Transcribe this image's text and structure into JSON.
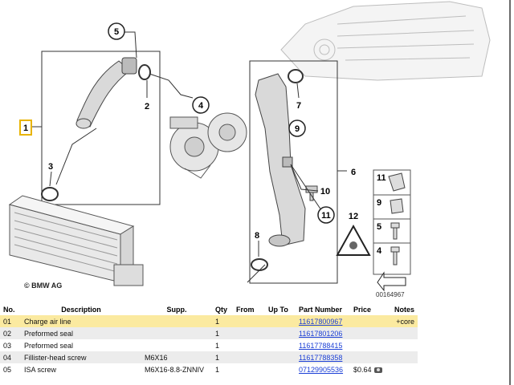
{
  "diagram": {
    "callouts": [
      "1",
      "2",
      "3",
      "4",
      "5",
      "6",
      "7",
      "8",
      "9",
      "10",
      "11",
      "12"
    ],
    "legend_items": [
      "11",
      "9",
      "5",
      "4"
    ],
    "copyright": "© BMW AG",
    "diagram_number": "00164967"
  },
  "parts_table": {
    "headers": {
      "no": "No.",
      "description": "Description",
      "supp": "Supp.",
      "qty": "Qty",
      "from": "From",
      "upto": "Up To",
      "part_number": "Part Number",
      "price": "Price",
      "notes": "Notes"
    },
    "rows": [
      {
        "no": "01",
        "description": "Charge air line",
        "supp": "",
        "qty": "1",
        "from": "",
        "upto": "",
        "part_number": "11617800967",
        "price": "",
        "notes": "+core"
      },
      {
        "no": "02",
        "description": "Preformed seal",
        "supp": "",
        "qty": "1",
        "from": "",
        "upto": "",
        "part_number": "11617801206",
        "price": "",
        "notes": ""
      },
      {
        "no": "03",
        "description": "Preformed seal",
        "supp": "",
        "qty": "1",
        "from": "",
        "upto": "",
        "part_number": "11617788415",
        "price": "",
        "notes": ""
      },
      {
        "no": "04",
        "description": "Fillister-head screw",
        "supp": "M6X16",
        "qty": "1",
        "from": "",
        "upto": "",
        "part_number": "11617788358",
        "price": "",
        "notes": ""
      },
      {
        "no": "05",
        "description": "ISA screw",
        "supp": "M6X16-8.8-ZNNIV",
        "qty": "1",
        "from": "",
        "upto": "",
        "part_number": "07129905536",
        "price": "$0.64",
        "notes": ""
      }
    ]
  },
  "colors": {
    "highlight_row": "#fbeaa0",
    "alt_row": "#ececec",
    "link": "#1b3fd6",
    "callout_highlight": "#e8b400"
  }
}
